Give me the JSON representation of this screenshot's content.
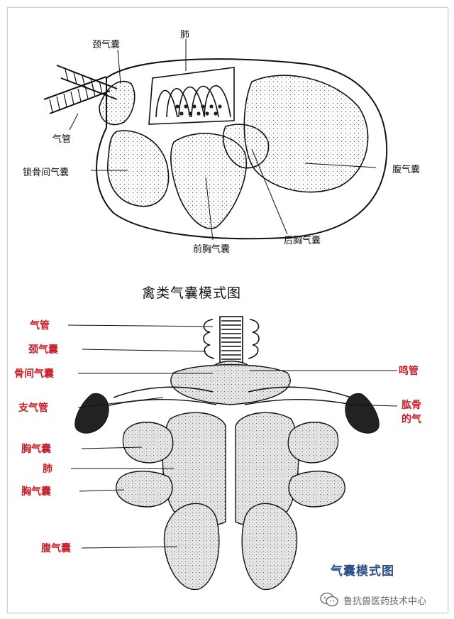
{
  "top_figure": {
    "labels": {
      "neck_sac": "颈气囊",
      "lung": "肺",
      "trachea": "气管",
      "clavicular_sac": "锁骨间气囊",
      "abdominal_sac": "腹气囊",
      "anterior_thoracic_sac": "前胸气囊",
      "posterior_thoracic_sac": "后胸气囊"
    },
    "title": "禽类气囊模式图"
  },
  "bottom_figure": {
    "left_labels": {
      "trachea": "气管",
      "neck_sac": "颈气囊",
      "clavicular_sac": "骨间气囊",
      "bronchus": "支气管",
      "anterior_thoracic_sac": "胸气囊",
      "lung": "肺",
      "posterior_thoracic_sac": "胸气囊",
      "abdominal_sac": "腹气囊"
    },
    "right_labels": {
      "syrinx": "鸣管",
      "humerus_line1": "肱骨",
      "humerus_line2": "的气"
    },
    "caption": "气囊模式图"
  },
  "watermark": {
    "text": "鲁抗兽医药技术中心",
    "icon": "wechat-icon"
  },
  "colors": {
    "label_red": "#c8202a",
    "caption_blue": "#2b4f86"
  }
}
